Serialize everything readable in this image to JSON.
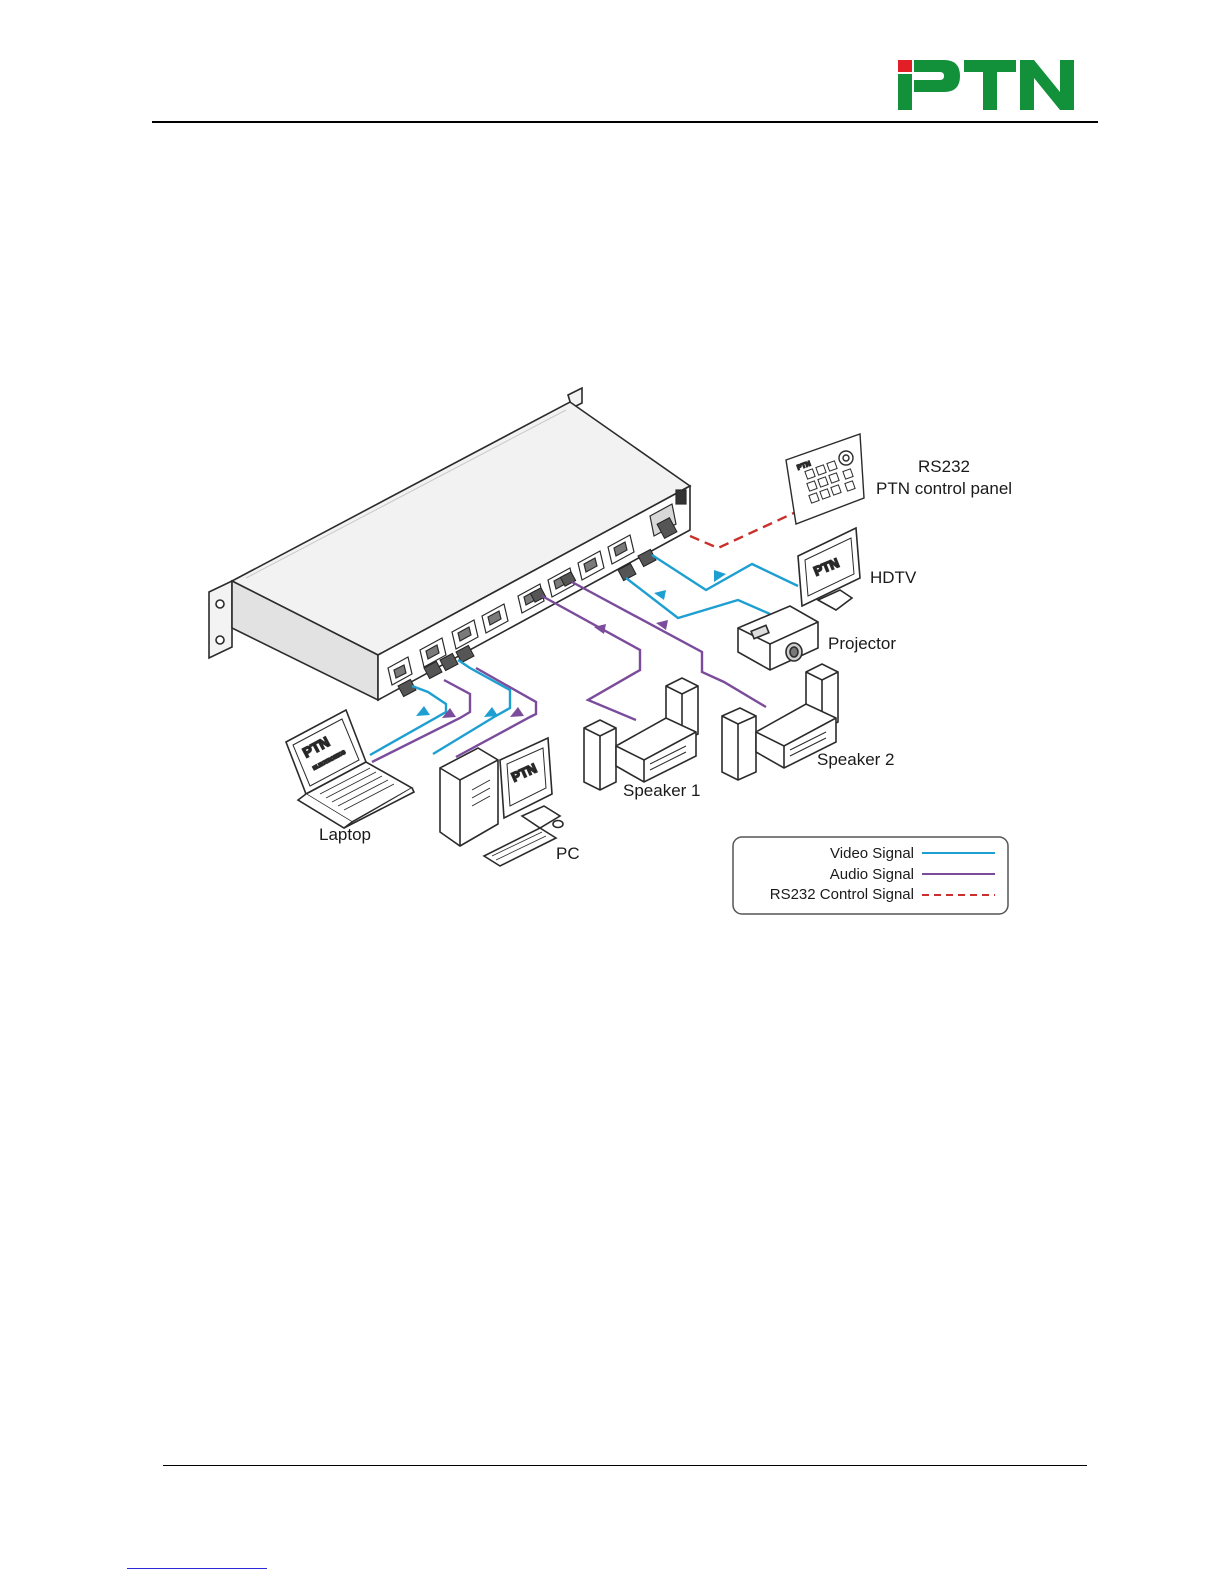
{
  "logo": {
    "text": "PTN",
    "green": "#12913a",
    "red": "#e21f26"
  },
  "colors": {
    "video": "#1e9fd1",
    "audio": "#7b4c9b",
    "control": "#c9302c",
    "device_line": "#2b2b2b"
  },
  "labels": {
    "rs232_line1": "RS232",
    "rs232_line2": "PTN control panel",
    "hdtv": "HDTV",
    "projector": "Projector",
    "speaker2": "Speaker 2",
    "speaker1": "Speaker 1",
    "laptop": "Laptop",
    "pc": "PC"
  },
  "screens": {
    "ptn": "PTN",
    "electronics": "ELECTRONICS"
  },
  "legend": {
    "items": [
      {
        "label": "Video Signal",
        "style": "solid",
        "color": "#1e9fd1"
      },
      {
        "label": "Audio Signal",
        "style": "solid",
        "color": "#7b4c9b"
      },
      {
        "label": "RS232 Control Signal",
        "style": "dashed",
        "color": "#c9302c"
      }
    ]
  }
}
